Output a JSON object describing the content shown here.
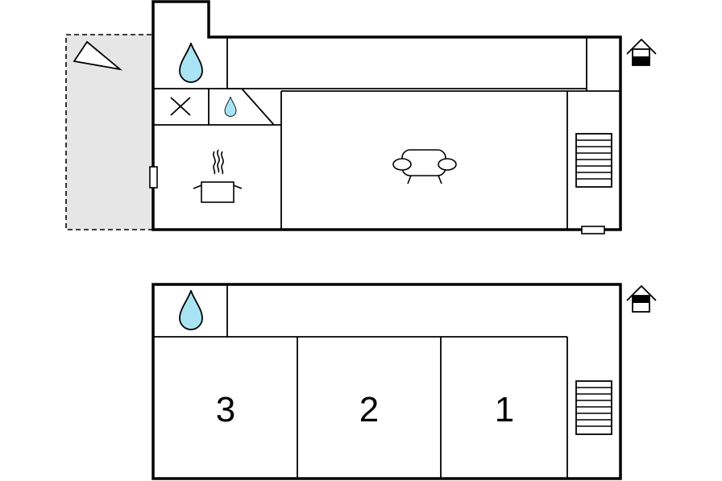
{
  "floors": [
    {
      "id": "ground",
      "rooms": [
        {
          "id": "bathroom",
          "icon": "water-drop-icon"
        },
        {
          "id": "wc",
          "icon": "cross-icon"
        },
        {
          "id": "washroom",
          "icon": "water-drop-icon"
        },
        {
          "id": "kitchen",
          "icon": "cooking-pot-icon"
        },
        {
          "id": "living-room",
          "icon": "sofa-icon"
        },
        {
          "id": "stairs",
          "icon": "stairs-icon"
        },
        {
          "id": "terrace",
          "icon": "terrace-icon"
        }
      ],
      "level_icon": "house-ground-floor-icon"
    },
    {
      "id": "upper",
      "rooms": [
        {
          "id": "bathroom",
          "icon": "water-drop-icon"
        },
        {
          "id": "bedroom-3",
          "label": "3"
        },
        {
          "id": "bedroom-2",
          "label": "2"
        },
        {
          "id": "bedroom-1",
          "label": "1"
        },
        {
          "id": "stairs",
          "icon": "stairs-icon"
        }
      ],
      "level_icon": "house-upper-floor-icon"
    }
  ],
  "colors": {
    "wall": "#000000",
    "water": "#a8e4f3",
    "terrace": "#e6e6e6",
    "background": "#ffffff"
  }
}
